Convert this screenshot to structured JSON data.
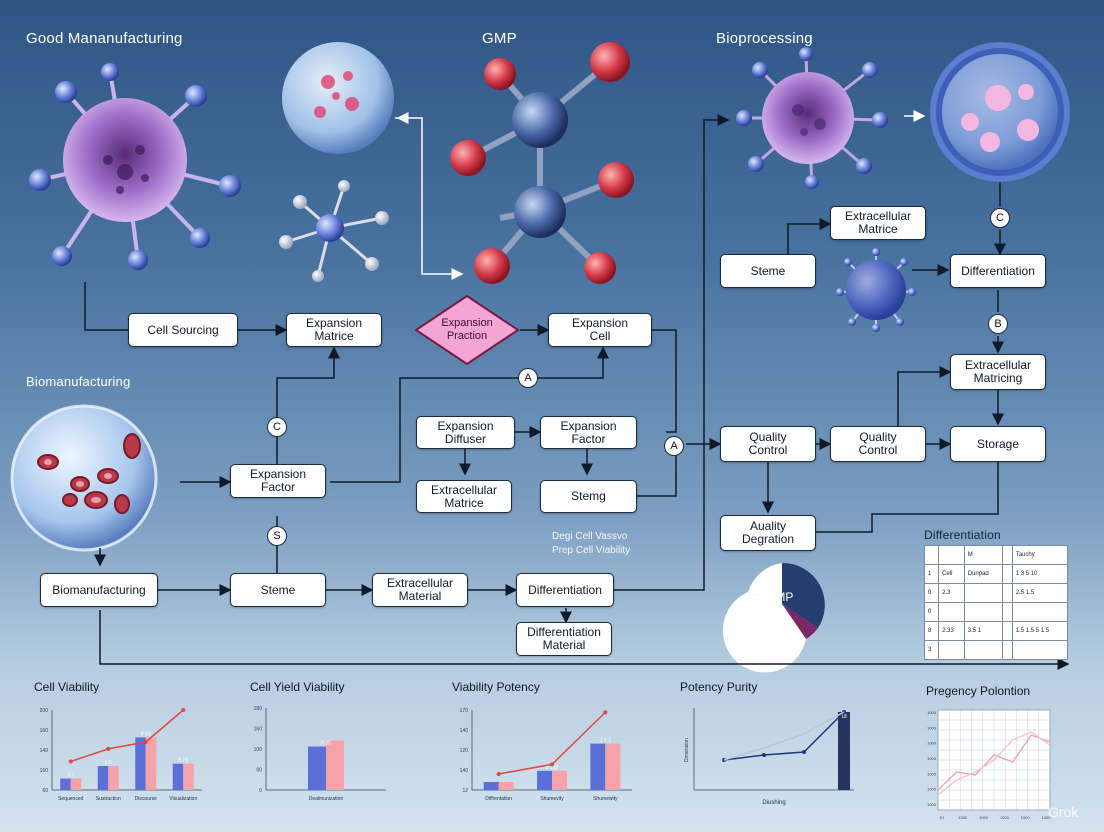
{
  "headings": {
    "top_left": "Good Mananufacturing",
    "top_center": "GMP",
    "top_right": "Bioprocessing",
    "mid_left": "Biomanufacturing"
  },
  "boxes": {
    "cell_sourcing": "Cell Sourcing",
    "expansion_matrice": "Expansion\nMatrice",
    "expansion_practice": "Expansion\nPraction",
    "expansion_cell": "Expansion\nCell",
    "expansion_diffuser": "Expansion\nDiffuser",
    "expansion_factor_mid": "Expansion\nFactor",
    "expansion_factor_left": "Expansion\nFactor",
    "extracellular_matrice": "Extracellular\nMatrice",
    "stemg": "Stemg",
    "biomanufacturing_box": "Biomanufacturing",
    "steme_bottom": "Steme",
    "extracellular_material": "Extracellular\nMaterial",
    "differentiation_bottom": "Differentiation",
    "differentiation_material": "Differentiation\nMaterial",
    "steme_right": "Steme",
    "extracellular_matrice_right": "Extracellular\nMatrice",
    "differentiation_right": "Differentiation",
    "extracellular_matricing": "Extracellular\nMatricing",
    "quality_control_1": "Quality\nControl",
    "quality_control_2": "Quality\nControl",
    "storage": "Storage",
    "quality_degration": "Auality\nDegration"
  },
  "connectors": {
    "c_left": "C",
    "s_left": "S",
    "a_top": "A",
    "a_mid": "A",
    "c_right": "C",
    "b_right": "B"
  },
  "notes": {
    "line1": "Degi Cell Vassvo",
    "line2": "Prep Cell Viability"
  },
  "table": {
    "title": "Differentiation",
    "rows": [
      [
        "",
        "",
        "M",
        "",
        "Tauchy"
      ],
      [
        "1",
        "Cell",
        "Dunpad",
        "",
        "1 3 5 10"
      ],
      [
        "0",
        "2.3",
        "",
        "",
        "2.5 1.5"
      ],
      [
        "0",
        "",
        "",
        "",
        ""
      ],
      [
        "8",
        "2.33",
        "3.5 1",
        "",
        "1.5 1.5 5 1.5"
      ],
      [
        "3",
        "",
        "",
        "",
        ""
      ]
    ]
  },
  "pie": {
    "label": "GMP"
  },
  "watermark": "Grok",
  "chart_data": [
    {
      "type": "bar",
      "title": "Cell Viability",
      "categories": [
        "Sequenced",
        "Sustraction",
        "Discourse",
        "Visualization"
      ],
      "series": [
        {
          "values": [
            10,
            21,
            46,
            23
          ]
        },
        {
          "values": [
            10,
            21,
            46,
            23
          ]
        }
      ],
      "line": [
        25,
        36,
        42,
        70
      ],
      "bar_labels": [
        "3 9",
        "2 6",
        "8 93",
        "9 79"
      ],
      "ylim": [
        0,
        70
      ],
      "yticks": [
        "200",
        "160",
        "140",
        "160",
        "60"
      ],
      "colors": [
        "#5b6fd8",
        "#f4a3a8"
      ],
      "line_color": "#e04848"
    },
    {
      "type": "bar",
      "title": "Cell Yield Viability",
      "categories": [
        "Dealmunization"
      ],
      "series": [
        {
          "values": [
            53
          ]
        },
        {
          "values": [
            60
          ]
        }
      ],
      "bar_labels": [
        "P 35",
        "13"
      ],
      "ylim": [
        0,
        100
      ],
      "yticks": [
        "180",
        "160",
        "100",
        "00",
        "0"
      ],
      "colors": [
        "#5b6fd8",
        "#f4a3a8"
      ]
    },
    {
      "type": "bar",
      "title": "Viability Potency",
      "categories": [
        "Diffrentation",
        "Shumevity",
        "Shumewity"
      ],
      "series": [
        {
          "values": [
            10,
            24,
            58
          ]
        },
        {
          "values": [
            10,
            24,
            58
          ]
        }
      ],
      "line": [
        20,
        32,
        97
      ],
      "bar_labels": [
        "",
        "8 153",
        "1 1 3"
      ],
      "ylim": [
        0,
        100
      ],
      "yticks": [
        "170",
        "140",
        "120",
        "140",
        "12"
      ],
      "colors": [
        "#5b6fd8",
        "#f4a3a8"
      ],
      "line_color": "#e04848"
    },
    {
      "type": "line",
      "title": "Potency Purity",
      "x": [
        0,
        1,
        2,
        3
      ],
      "series": [
        {
          "values": [
            0,
            5,
            8,
            48
          ]
        },
        {
          "values": [
            0,
            12,
            26,
            48
          ]
        }
      ],
      "bar": {
        "x": 3,
        "value": 48,
        "label": "18"
      },
      "xlabel": "Diushing",
      "ylabel": "Dimension",
      "colors": [
        "#1e3a7a",
        "#b8c4d8",
        "#24365f"
      ]
    },
    {
      "type": "line",
      "title": "Pregency Polontion",
      "x": [
        "01",
        "1000",
        "1000",
        "1000",
        "1000",
        "1000"
      ],
      "series": [
        {
          "values": [
            20,
            38,
            35,
            55,
            48,
            75,
            68
          ]
        },
        {
          "values": [
            15,
            30,
            38,
            50,
            70,
            78,
            65
          ]
        }
      ],
      "ylim": [
        0,
        100
      ],
      "yticks": [
        "1000",
        "1000",
        "1000",
        "1000",
        "1000",
        "1000",
        "1000"
      ],
      "colors": [
        "#f3a0a6",
        "#f8c0c4"
      ]
    }
  ]
}
